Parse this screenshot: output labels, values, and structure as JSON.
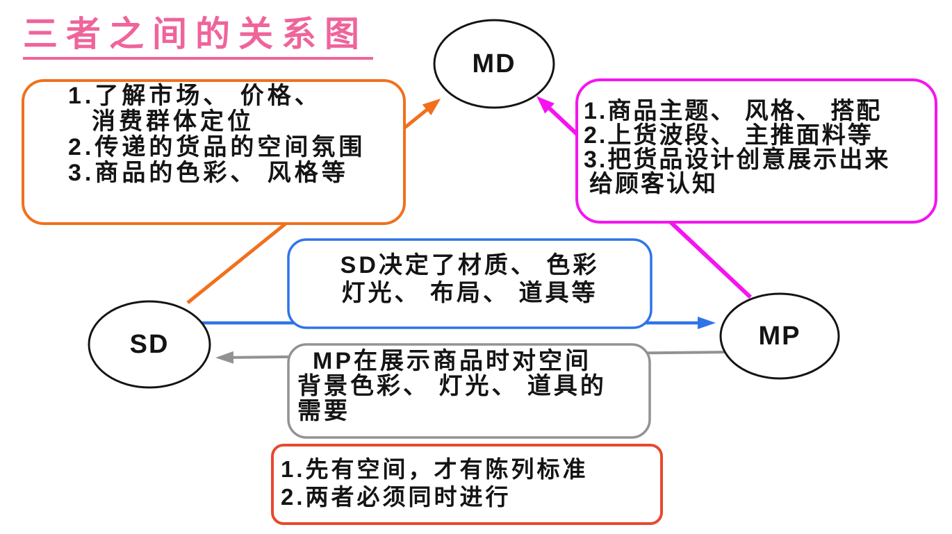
{
  "title": "三者之间的关系图",
  "colors": {
    "pink": "#EF649B",
    "orange": "#F0701E",
    "magenta": "#F514F0",
    "blue": "#2E74E8",
    "gray": "#929292",
    "red": "#E8492D",
    "ink": "#141414"
  },
  "nodes": {
    "md": {
      "label": "MD"
    },
    "sd": {
      "label": "SD"
    },
    "mp": {
      "label": "MP"
    }
  },
  "edges": [
    {
      "from": "SD",
      "to": "MD",
      "color": "orange",
      "style": "arrow"
    },
    {
      "from": "MP",
      "to": "MD",
      "color": "magenta",
      "style": "arrow"
    },
    {
      "from": "SD",
      "to": "MP",
      "color": "blue",
      "style": "arrow"
    },
    {
      "from": "MP",
      "to": "SD",
      "color": "gray",
      "style": "arrow"
    }
  ],
  "boxes": {
    "sd_to_md": {
      "lines": [
        "1.了解市场、 价格、",
        "消费群体定位",
        "2.传递的货品的空间氛围",
        "3.商品的色彩、 风格等"
      ]
    },
    "md_to_mp": {
      "lines": [
        "1.商品主题、 风格、 搭配",
        "2.上货波段、 主推面料等",
        "3.把货品设计创意展示出来",
        "给顾客认知"
      ]
    },
    "sd_mp_forward": {
      "lines": [
        "SD决定了材质、 色彩",
        "灯光、 布局、 道具等"
      ]
    },
    "mp_sd_backward": {
      "lines": [
        "MP在展示商品时对空间",
        "背景色彩、 灯光、 道具的",
        "需要"
      ]
    },
    "bottom_note": {
      "lines": [
        "1.先有空间，才有陈列标准",
        "2.两者必须同时进行"
      ]
    }
  }
}
